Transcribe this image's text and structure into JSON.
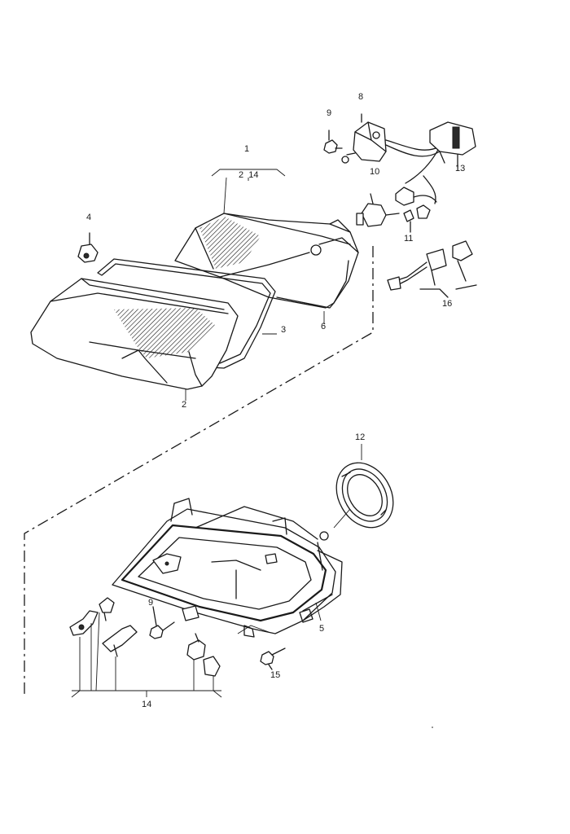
{
  "diagram": {
    "labels": {
      "l1": "1",
      "l2_14": "2  14",
      "l2_top": "2",
      "l3": "3",
      "l4": "4",
      "l5": "5",
      "l6": "6",
      "l8": "8",
      "l9_top": "9",
      "l9_bottom": "9",
      "l10": "10",
      "l11": "11",
      "l12": "12",
      "l13": "13",
      "l14_bottom": "14",
      "l15": "15",
      "l16": "16"
    }
  }
}
